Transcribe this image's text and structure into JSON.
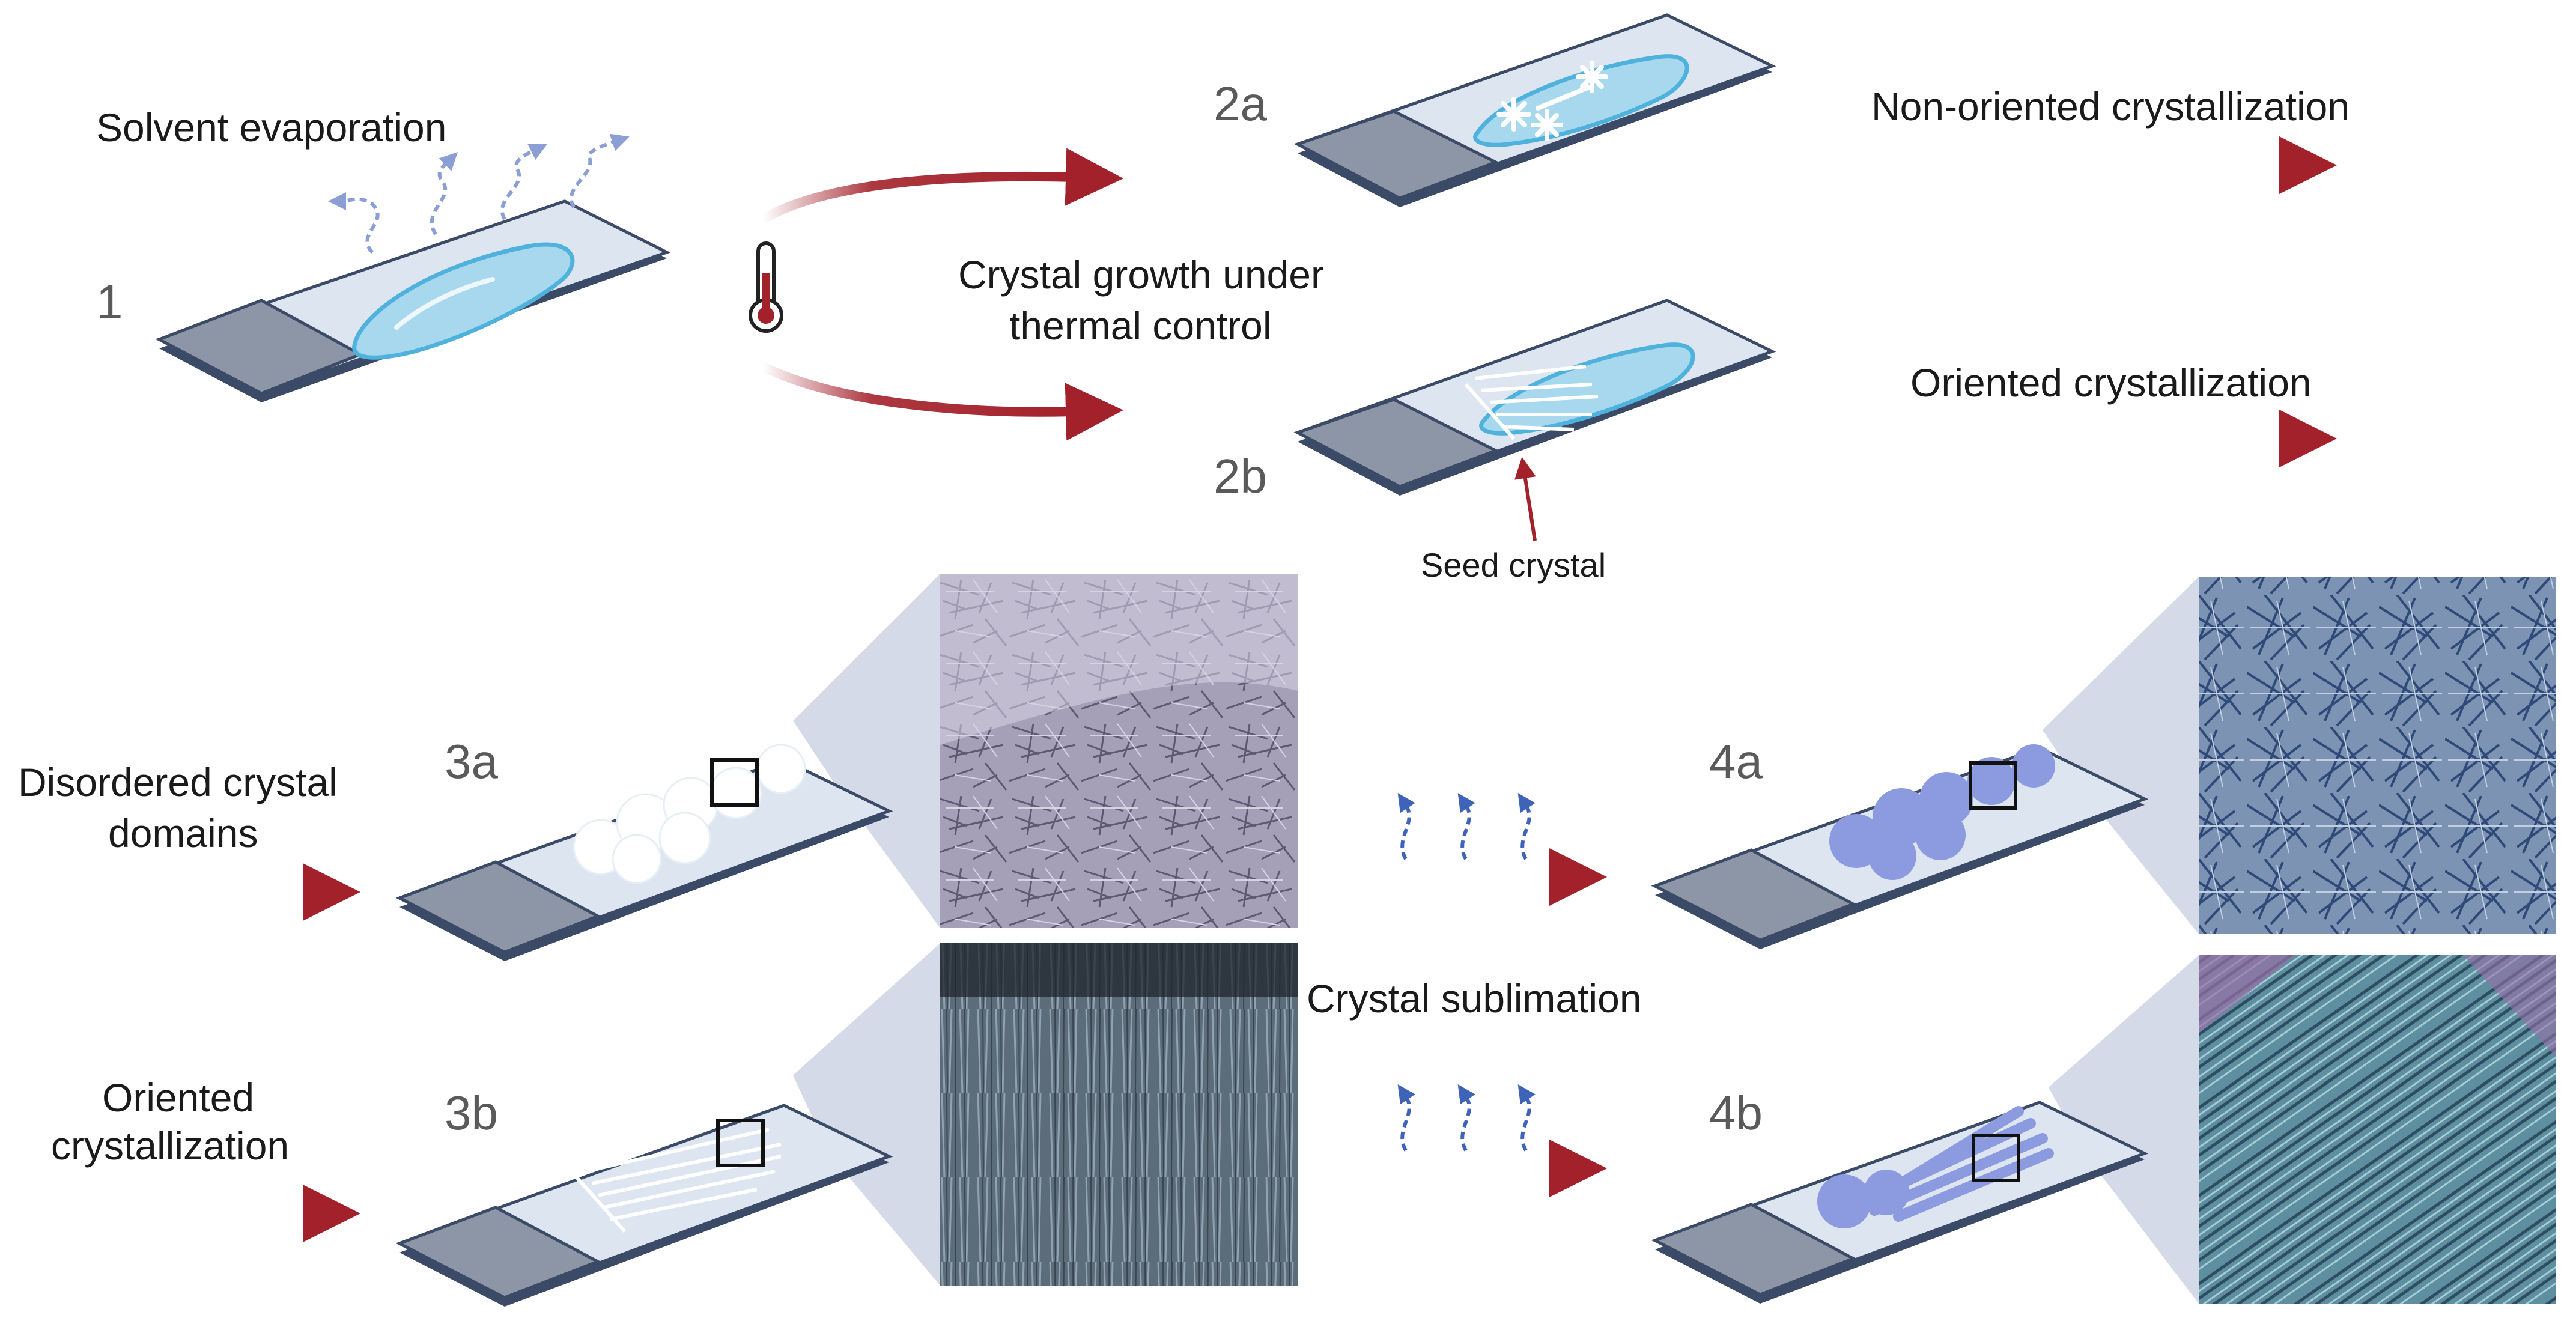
{
  "step_labels": {
    "s1": "1",
    "s2a": "2a",
    "s2b": "2b",
    "s3a": "3a",
    "s3b": "3b",
    "s4a": "4a",
    "s4b": "4b"
  },
  "captions": {
    "solvent_evaporation": "Solvent evaporation",
    "crystal_growth_line1": "Crystal growth under",
    "crystal_growth_line2": "thermal control",
    "non_oriented": "Non-oriented crystallization",
    "oriented_top": "Oriented crystallization",
    "seed_crystal": "Seed crystal",
    "disordered_line1": "Disordered crystal",
    "disordered_line2": "domains",
    "oriented_left_line1": "Oriented",
    "oriented_left_line2": "crystallization",
    "crystal_sublimation": "Crystal sublimation"
  },
  "colors": {
    "arrow": "#a3212b",
    "slide_frost": "#8d96a6",
    "slide_glass": "#dde5f0",
    "slide_edge": "#3b4a66",
    "droplet": "#a8d8ee",
    "droplet_edge": "#4fb2dd",
    "crystal_blue": "#8c9ae0",
    "vapor": "#8c9fd4",
    "vapor_dark": "#3f63b8",
    "zoom_cone": "#cdd4e4"
  },
  "icons": {
    "thermometer": "thermometer-icon",
    "vapor": "vapor-wave-icon"
  }
}
